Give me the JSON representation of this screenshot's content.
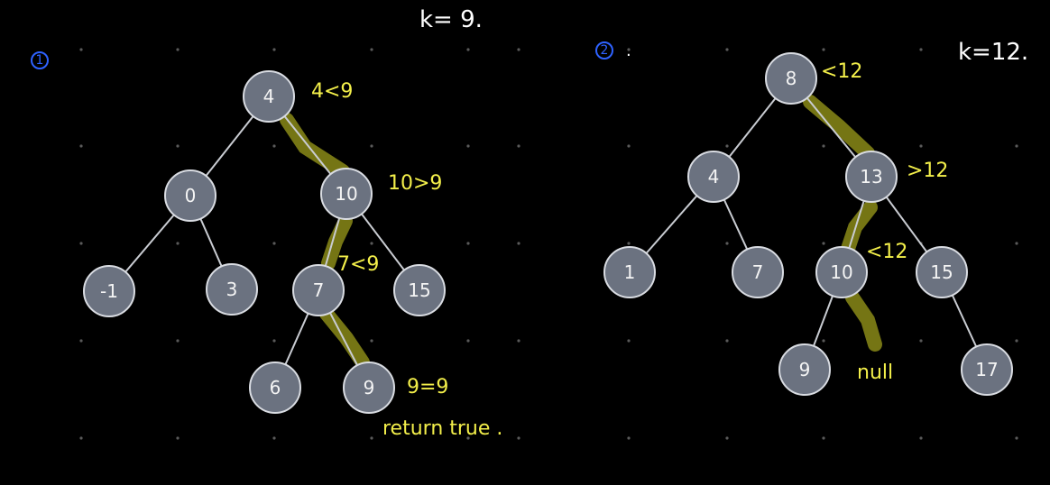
{
  "panel1": {
    "label": "1",
    "k_label": "k= 9.",
    "nodes": [
      "4",
      "0",
      "10",
      "-1",
      "3",
      "7",
      "15",
      "6",
      "9"
    ],
    "annotations": [
      "4<9",
      "10>9",
      "7<9",
      "9=9",
      "return true ."
    ]
  },
  "panel2": {
    "label": "2",
    "label_suffix": ".",
    "k_label": "k=12.",
    "nodes": [
      "8",
      "4",
      "13",
      "1",
      "7",
      "10",
      "15",
      "9",
      "17"
    ],
    "annotations": [
      "<12",
      ">12",
      "<12",
      "null"
    ]
  },
  "colors": {
    "background": "#000000",
    "node_fill": "#6b7280",
    "highlight": "#8a8a18",
    "annotation": "#f3ef4a",
    "label_blue": "#2e62ff"
  }
}
